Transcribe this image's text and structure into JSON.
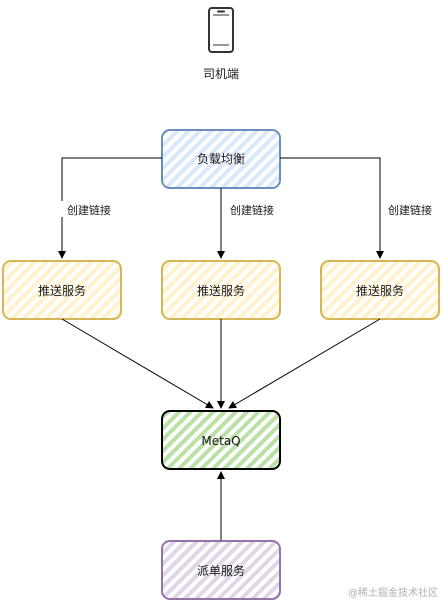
{
  "client": {
    "label": "司机端",
    "icon": "smartphone-icon"
  },
  "load_balancer": {
    "label": "负载均衡"
  },
  "edge_label": "创建链接",
  "push_services": [
    {
      "label": "推送服务"
    },
    {
      "label": "推送服务"
    },
    {
      "label": "推送服务"
    }
  ],
  "queue": {
    "label": "MetaQ"
  },
  "dispatch": {
    "label": "派单服务"
  },
  "watermark": "@稀土掘金技术社区",
  "colors": {
    "load_balancer_stroke": "#6c8ebf",
    "load_balancer_hatch": "#dae8fc",
    "push_stroke": "#d6b656",
    "push_hatch": "#fff2cc",
    "queue_stroke": "#82b366",
    "queue_hatch": "#b9e0a5",
    "dispatch_stroke": "#9673a6",
    "dispatch_hatch": "#e1d5e7"
  }
}
